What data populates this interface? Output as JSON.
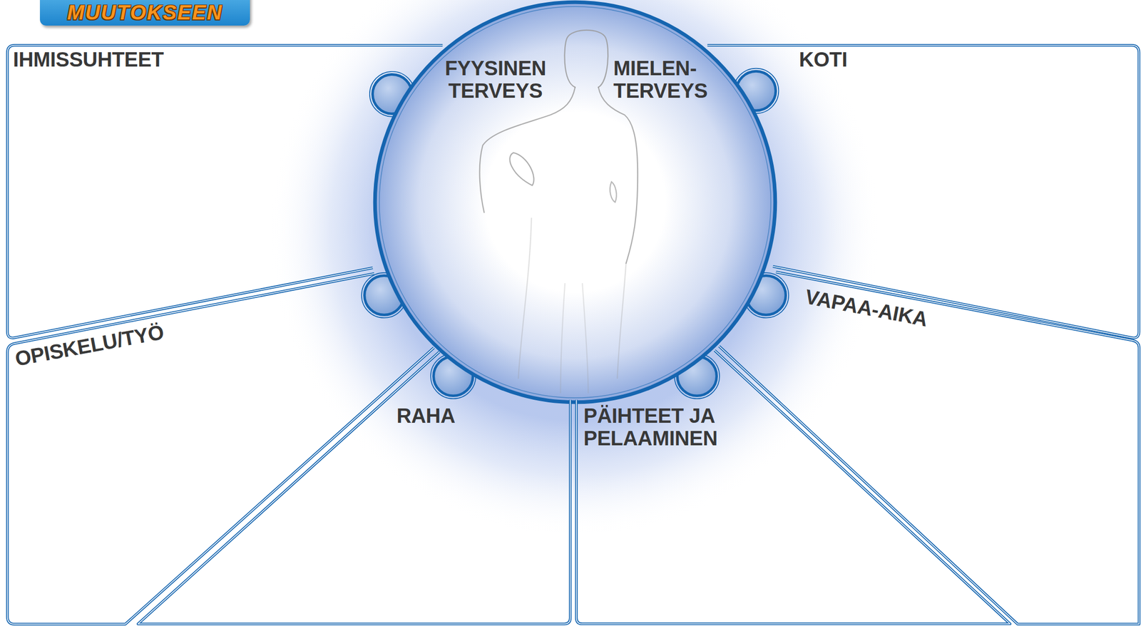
{
  "diagram": {
    "nodes": [
      {
        "text": [
          "MUUTOKSEEN"
        ]
      },
      {
        "text": [
          "IHMISSUHTEET"
        ]
      },
      {
        "text": [
          "FYYSINEN TERVEYS",
          "MIELEN- TERVEYS"
        ]
      },
      {
        "text": [
          "KOTI"
        ]
      },
      {
        "text": [
          "OPISKELU/TYÖ"
        ]
      },
      {
        "text": [
          "VAPAA-AIKA"
        ]
      },
      {
        "text": [
          "RAHA"
        ]
      },
      {
        "text": [
          "PÄIHTEET JA PELAAMINEN"
        ]
      }
    ]
  }
}
